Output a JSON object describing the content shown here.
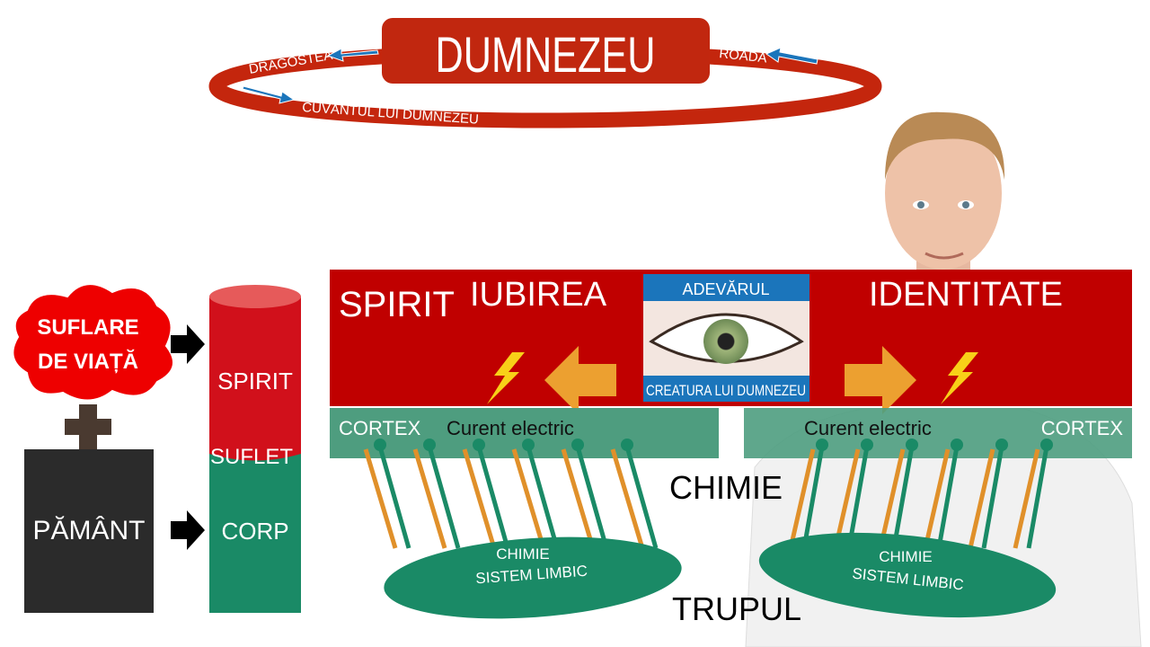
{
  "top": {
    "title": "DUMNEZEU",
    "left_label": "DRAGOSTEA",
    "right_label": "ROADĂ",
    "bottom_label": "CUVÂNTUL LUI DUMNEZEU"
  },
  "left_panel": {
    "cloud": "SUFLARE",
    "cloud_line2": "DE VIAȚĂ",
    "earth": "PĂMÂNT",
    "cylinder_spirit": "SPIRIT",
    "cylinder_soul": "SUFLET",
    "cylinder_body": "CORP"
  },
  "spirit_band": {
    "label": "SPIRIT",
    "left_title": "IUBIREA",
    "right_title": "IDENTITATE",
    "eye_top": "ADEVĂRUL",
    "eye_bottom": "CREATURA LUI DUMNEZEU"
  },
  "cortex": {
    "left_label": "CORTEX",
    "left_current": "Curent electric",
    "right_label": "CORTEX",
    "right_current": "Curent electric"
  },
  "body": {
    "chemistry": "CHIMIE",
    "body_label": "TRUPUL",
    "limbic_left_1": "CHIMIE",
    "limbic_left_2": "SISTEM LIMBIC",
    "limbic_right_1": "CHIMIE",
    "limbic_right_2": "SISTEM LIMBIC"
  },
  "colors": {
    "red": "#c00000",
    "ring": "#c4260d",
    "green": "#1f8a68",
    "orange": "#e8a030",
    "blue": "#1b75bb"
  }
}
